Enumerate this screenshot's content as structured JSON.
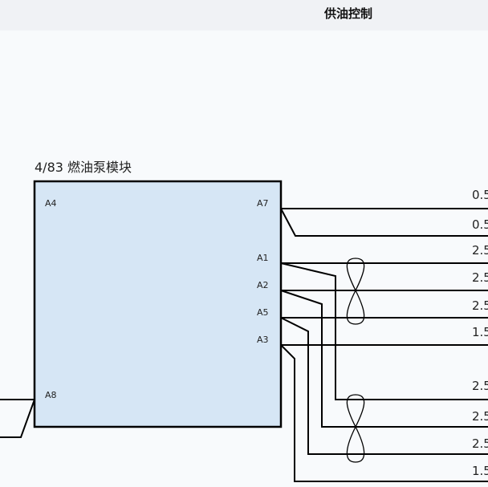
{
  "header": {
    "title": "供油控制"
  },
  "module": {
    "label": "4/83 燃油泵模块",
    "fill": "#d6e6f5",
    "stroke": "#000000",
    "pins": [
      "A4",
      "A7",
      "A1",
      "A2",
      "A5",
      "A3",
      "A8"
    ]
  },
  "wires": {
    "labels": [
      "0.5",
      "0.5",
      "2.5",
      "2.5",
      "2.5",
      "1.5",
      "2.5",
      "2.5",
      "2.5",
      "1.5"
    ]
  },
  "icons": {
    "twist": "twisted-pair-icon"
  }
}
